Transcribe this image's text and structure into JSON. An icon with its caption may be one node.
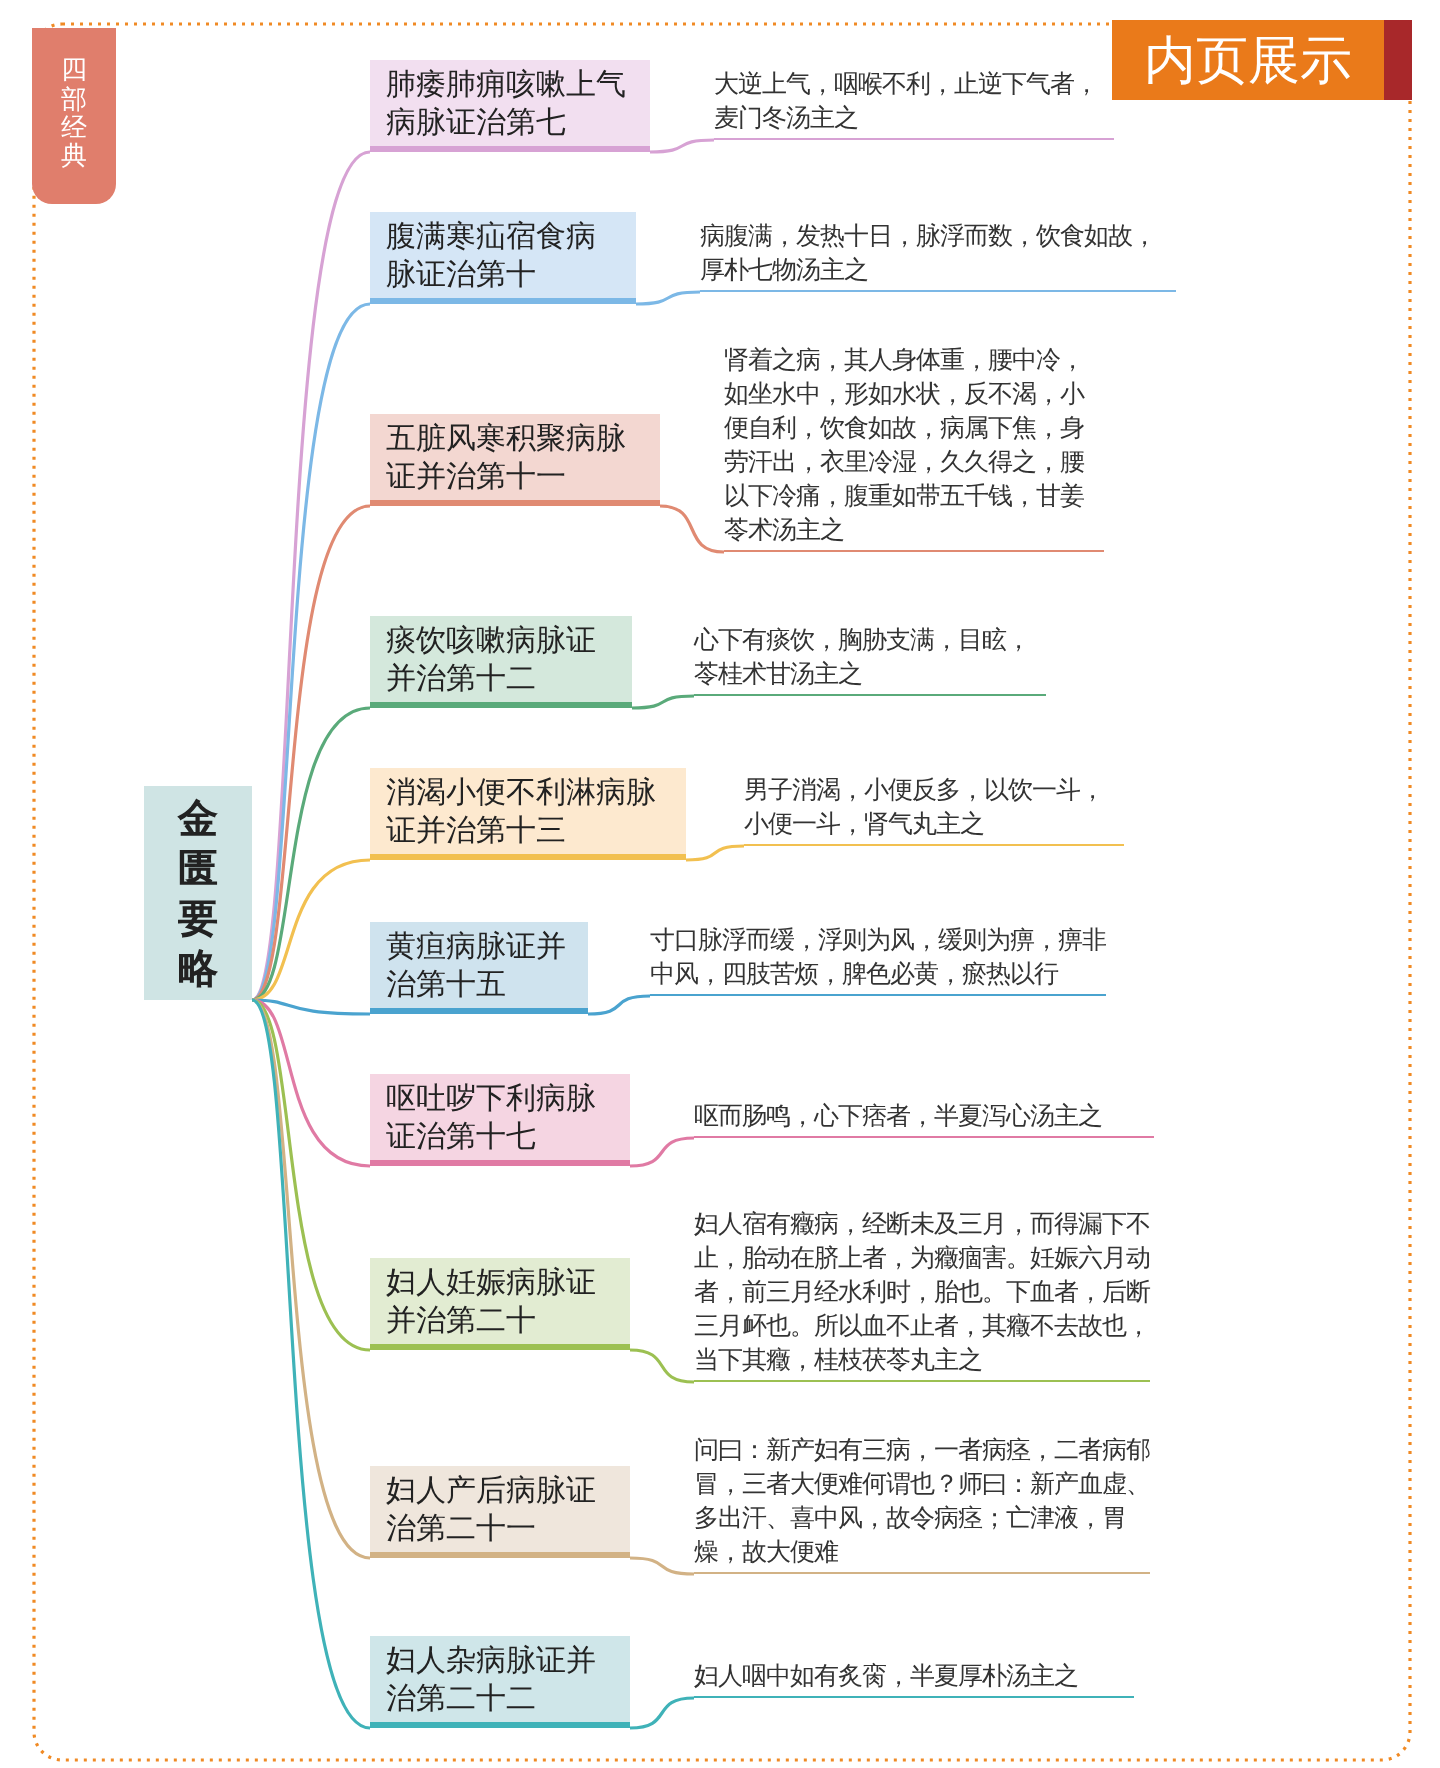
{
  "diagram": {
    "nodes": [
      {
        "text": [
          "四部经典"
        ]
      },
      {
        "text": [
          "内页展示"
        ]
      },
      {
        "text": [
          "金匮要略"
        ]
      },
      {
        "text": [
          "肺痿肺痈咳嗽上气病脉证治第七"
        ]
      },
      {
        "text": [
          "大逆上气，咽喉不利，止逆下气者，麦门冬汤主之"
        ]
      },
      {
        "text": [
          "腹满寒疝宿食病脉证治第十"
        ]
      },
      {
        "text": [
          "病腹满，发热十日，脉浮而数，饮食如故，厚朴七物汤主之"
        ]
      },
      {
        "text": [
          "五脏风寒积聚病脉证并治第十一"
        ]
      },
      {
        "text": [
          "肾着之病，其人身体重，腰中冷，如坐水中，形如水状，反不渴，小便自利，饮食如故，病属下焦，身劳汗出，衣里冷湿，久久得之，腰以下冷痛，腹重如带五千钱，甘姜苓术汤主之"
        ]
      },
      {
        "text": [
          "痰饮咳嗽病脉证并治第十二"
        ]
      },
      {
        "text": [
          "心下有痰饮，胸胁支满，目眩，苓桂术甘汤主之"
        ]
      },
      {
        "text": [
          "消渴小便不利淋病脉证并治第十三"
        ]
      },
      {
        "text": [
          "男子消渴，小便反多，以饮一斗，小便一斗，肾气丸主之"
        ]
      },
      {
        "text": [
          "黄疸病脉证并治第十五"
        ]
      },
      {
        "text": [
          "寸口脉浮而缓，浮则为风，缓则为痹，痹非中风，四肢苦烦，脾色必黄，瘀热以行"
        ]
      },
      {
        "text": [
          "呕吐哕下利病脉证治第十七"
        ]
      },
      {
        "text": [
          "呕而肠鸣，心下痞者，半夏泻心汤主之"
        ]
      },
      {
        "text": [
          "妇人妊娠病脉证并治第二十"
        ]
      },
      {
        "text": [
          "妇人宿有癥病，经断未及三月，而得漏下不止，胎动在脐上者，为癥痼害。妊娠六月动者，前三月经水利时，胎也。下血者，后断三月衃也。所以血不止者，其癥不去故也，当下其癥，桂枝茯苓丸主之"
        ]
      },
      {
        "text": [
          "妇人产后病脉证治第二十一"
        ]
      },
      {
        "text": [
          "问曰：新产妇有三病，一者病痉，二者病郁冒，三者大便难何谓也？师曰：新产血虚、多出汗、喜中风，故令病痉；亡津液，胃燥，故大便难"
        ]
      },
      {
        "text": [
          "妇人杂病脉证并治第二十二"
        ]
      },
      {
        "text": [
          "妇人咽中如有炙脔，半夏厚朴汤主之"
        ]
      }
    ],
    "edges": [
      {
        "from": 2,
        "to": 3,
        "arrow": "none",
        "color": "#d7a2d4"
      },
      {
        "from": 3,
        "to": 4,
        "arrow": "none",
        "color": "#d7a2d4"
      },
      {
        "from": 2,
        "to": 5,
        "arrow": "none",
        "color": "#7cb8e6"
      },
      {
        "from": 5,
        "to": 6,
        "arrow": "none",
        "color": "#7cb8e6"
      },
      {
        "from": 2,
        "to": 7,
        "arrow": "none",
        "color": "#e08a72"
      },
      {
        "from": 7,
        "to": 8,
        "arrow": "none",
        "color": "#e08a72"
      },
      {
        "from": 2,
        "to": 9,
        "arrow": "none",
        "color": "#5aaa7a"
      },
      {
        "from": 9,
        "to": 10,
        "arrow": "none",
        "color": "#5aaa7a"
      },
      {
        "from": 2,
        "to": 11,
        "arrow": "none",
        "color": "#f2c050"
      },
      {
        "from": 11,
        "to": 12,
        "arrow": "none",
        "color": "#f2c050"
      },
      {
        "from": 2,
        "to": 13,
        "arrow": "none",
        "color": "#4aa3cf"
      },
      {
        "from": 13,
        "to": 14,
        "arrow": "none",
        "color": "#4aa3cf"
      },
      {
        "from": 2,
        "to": 15,
        "arrow": "none",
        "color": "#e07aa4"
      },
      {
        "from": 15,
        "to": 16,
        "arrow": "none",
        "color": "#e07aa4"
      },
      {
        "from": 2,
        "to": 17,
        "arrow": "none",
        "color": "#9cc052"
      },
      {
        "from": 17,
        "to": 18,
        "arrow": "none",
        "color": "#9cc052"
      },
      {
        "from": 2,
        "to": 19,
        "arrow": "none",
        "color": "#d2b285"
      },
      {
        "from": 19,
        "to": 20,
        "arrow": "none",
        "color": "#d2b285"
      },
      {
        "from": 2,
        "to": 21,
        "arrow": "none",
        "color": "#3fb2b8"
      },
      {
        "from": 21,
        "to": 22,
        "arrow": "none",
        "color": "#3fb2b8"
      }
    ]
  }
}
